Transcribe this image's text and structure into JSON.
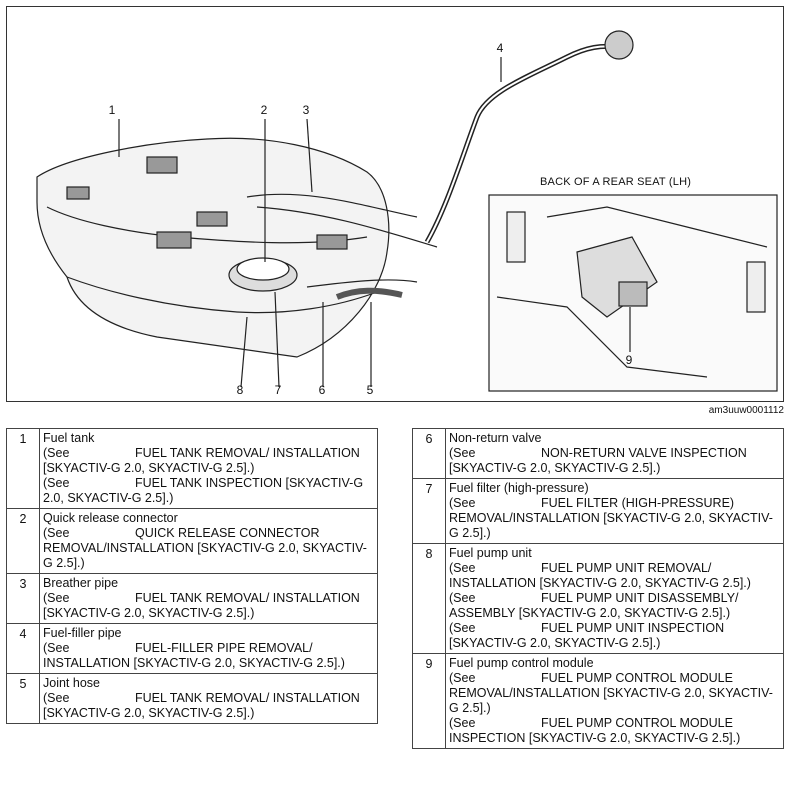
{
  "figure": {
    "inset_title": "BACK OF A REAR SEAT (LH)",
    "figure_id": "am3uuw0001112",
    "callouts": [
      "1",
      "2",
      "3",
      "4",
      "5",
      "6",
      "7",
      "8",
      "9"
    ]
  },
  "table_left": [
    {
      "num": "1",
      "name": "Fuel tank",
      "refs": [
        {
          "see": "(See",
          "text": "FUEL TANK REMOVAL/ INSTALLATION [SKYACTIV-G 2.0, SKYACTIV-G 2.5].)"
        },
        {
          "see": "(See",
          "text": "FUEL TANK INSPECTION [SKYACTIV-G 2.0, SKYACTIV-G 2.5].)"
        }
      ]
    },
    {
      "num": "2",
      "name": "Quick release connector",
      "refs": [
        {
          "see": "(See",
          "text": "QUICK RELEASE CONNECTOR REMOVAL/INSTALLATION [SKYACTIV-G 2.0, SKYACTIV-G 2.5].)"
        }
      ]
    },
    {
      "num": "3",
      "name": "Breather pipe",
      "refs": [
        {
          "see": "(See",
          "text": "FUEL TANK REMOVAL/ INSTALLATION [SKYACTIV-G 2.0, SKYACTIV-G 2.5].)"
        }
      ]
    },
    {
      "num": "4",
      "name": "Fuel-filler pipe",
      "refs": [
        {
          "see": "(See",
          "text": "FUEL-FILLER PIPE REMOVAL/ INSTALLATION [SKYACTIV-G 2.0, SKYACTIV-G 2.5].)"
        }
      ]
    },
    {
      "num": "5",
      "name": "Joint hose",
      "refs": [
        {
          "see": "(See",
          "text": "FUEL TANK REMOVAL/ INSTALLATION [SKYACTIV-G 2.0, SKYACTIV-G 2.5].)"
        }
      ]
    }
  ],
  "table_right": [
    {
      "num": "6",
      "name": "Non-return valve",
      "refs": [
        {
          "see": "(See",
          "text": "NON-RETURN VALVE INSPECTION [SKYACTIV-G 2.0, SKYACTIV-G 2.5].)"
        }
      ]
    },
    {
      "num": "7",
      "name": "Fuel filter (high-pressure)",
      "refs": [
        {
          "see": "(See",
          "text": "FUEL FILTER (HIGH-PRESSURE) REMOVAL/INSTALLATION [SKYACTIV-G 2.0, SKYACTIV-G 2.5].)"
        }
      ]
    },
    {
      "num": "8",
      "name": "Fuel pump unit",
      "refs": [
        {
          "see": "(See",
          "text": "FUEL PUMP UNIT REMOVAL/ INSTALLATION [SKYACTIV-G 2.0, SKYACTIV-G 2.5].)"
        },
        {
          "see": "(See",
          "text": "FUEL PUMP UNIT DISASSEMBLY/ ASSEMBLY [SKYACTIV-G 2.0, SKYACTIV-G 2.5].)"
        },
        {
          "see": "(See",
          "text": "FUEL PUMP UNIT INSPECTION [SKYACTIV-G 2.0, SKYACTIV-G 2.5].)"
        }
      ]
    },
    {
      "num": "9",
      "name": "Fuel pump control module",
      "refs": [
        {
          "see": "(See",
          "text": "FUEL PUMP CONTROL MODULE REMOVAL/INSTALLATION [SKYACTIV-G 2.0, SKYACTIV-G 2.5].)"
        },
        {
          "see": "(See",
          "text": "FUEL PUMP CONTROL MODULE INSPECTION [SKYACTIV-G 2.0, SKYACTIV-G 2.5].)"
        }
      ]
    }
  ]
}
